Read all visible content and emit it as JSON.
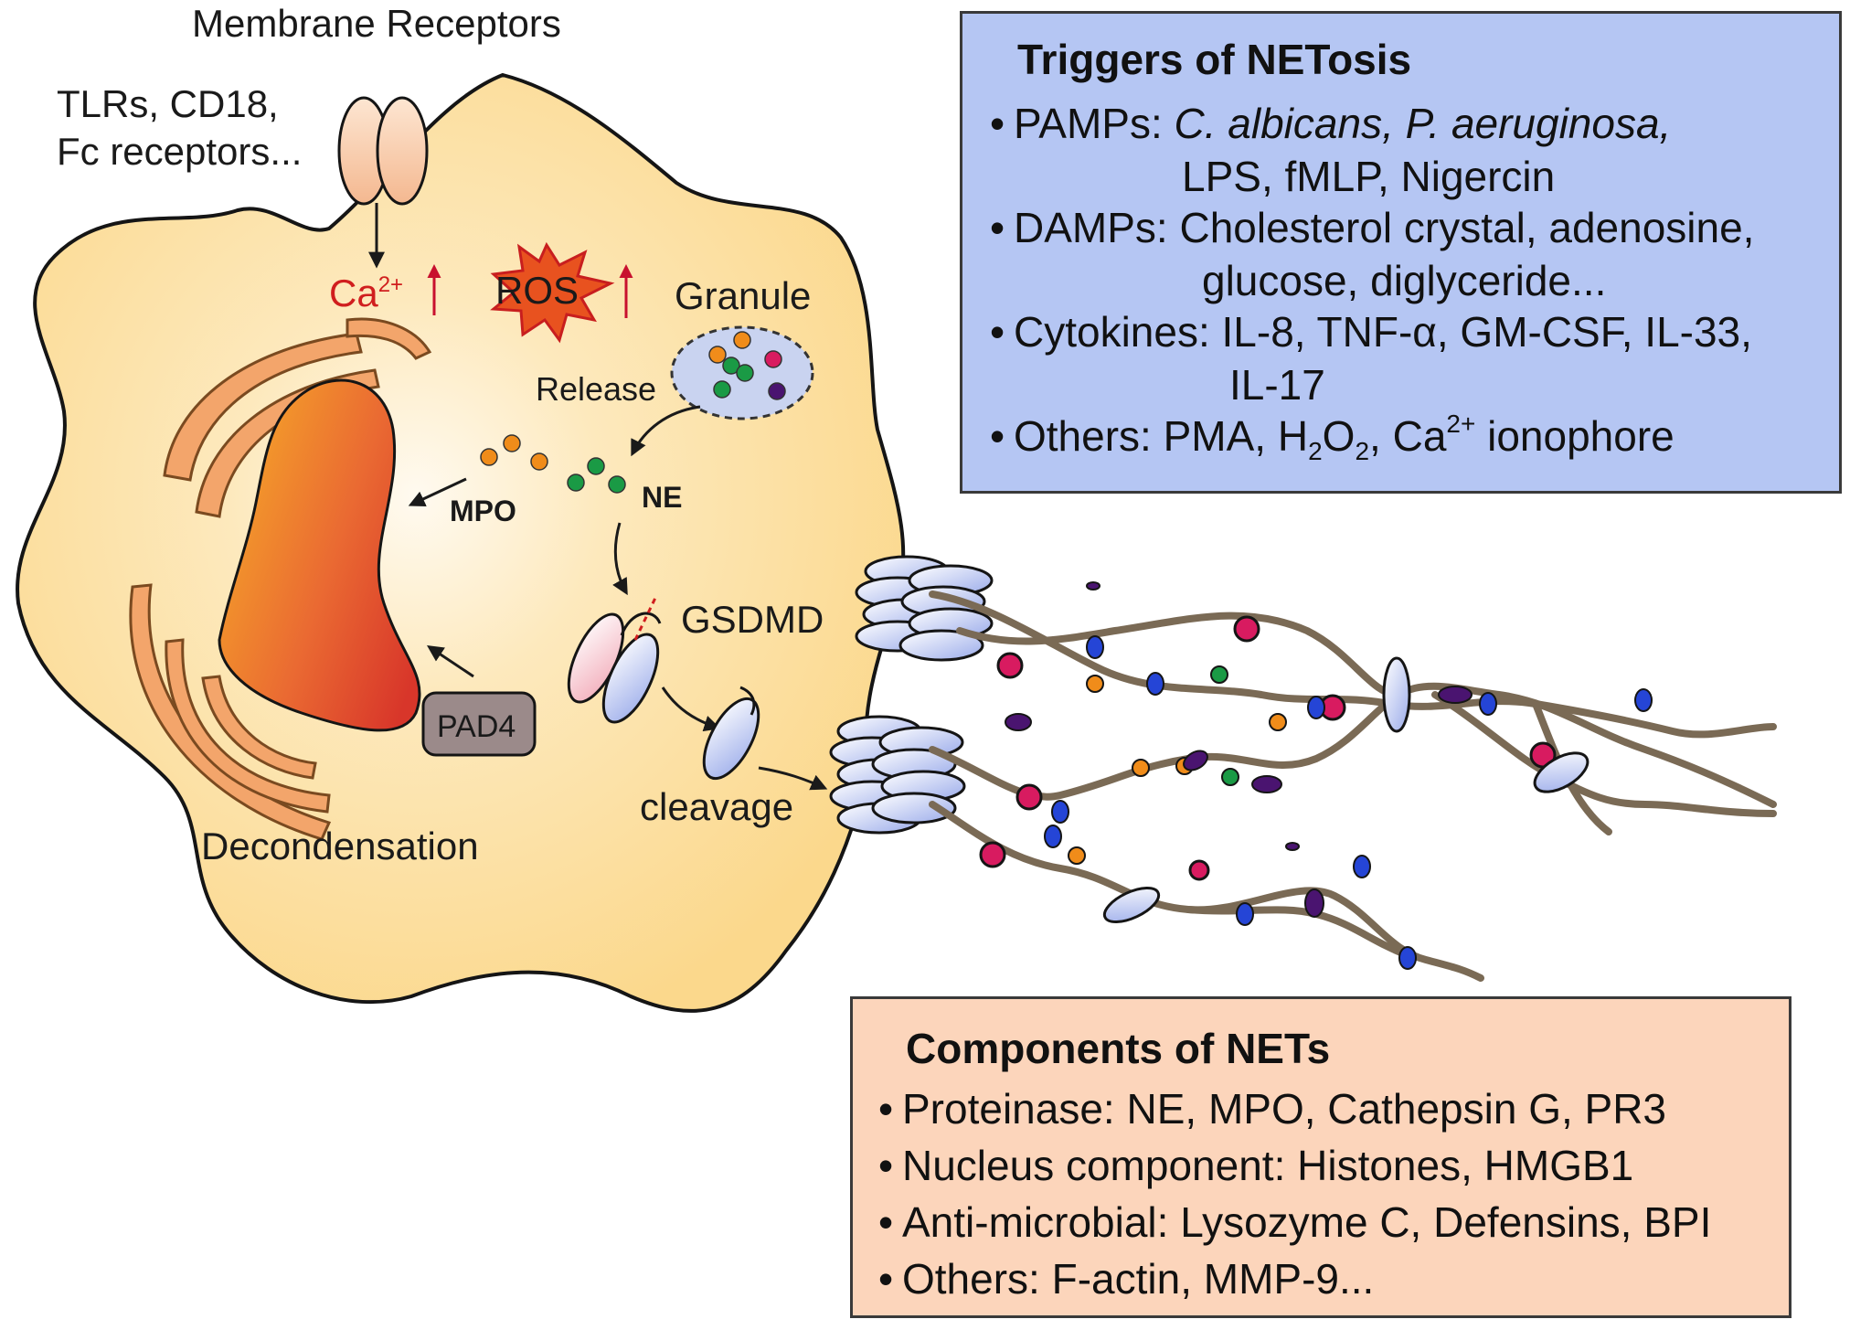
{
  "cell": {
    "membrane_receptors": "Membrane Receptors",
    "receptor_line1": "TLRs, CD18,",
    "receptor_line2": "Fc receptors...",
    "ca": "Ca",
    "ca_sup": "2+",
    "ros": "ROS",
    "granule": "Granule",
    "release": "Release",
    "mpo": "MPO",
    "ne": "NE",
    "gsdmd": "GSDMD",
    "pad4": "PAD4",
    "cleavage": "cleavage",
    "decondensation": "Decondensation"
  },
  "triggers": {
    "title": "Triggers of NETosis",
    "bullet": "•",
    "pamps_label": "PAMPs:",
    "pamps_italic": "C. albicans, P. aeruginosa,",
    "pamps_cont": "LPS, fMLP, Nigercin",
    "damps_label": "DAMPs:",
    "damps_text": "Cholesterol crystal, adenosine,",
    "damps_cont": "glucose, diglyceride...",
    "cytokines_label": "Cytokines:",
    "cytokines_text": "IL-8, TNF-α, GM-CSF, IL-33,",
    "cytokines_cont": "IL-17",
    "others_label": "Others:",
    "others_pma": "PMA,",
    "others_h": "H",
    "others_h_sub": "2",
    "others_o": "O",
    "others_o_sub": "2",
    "others_comma": ",",
    "others_ca": "Ca",
    "others_ca_sup": "2+",
    "others_iono": "ionophore"
  },
  "components": {
    "title": "Components of NETs",
    "bullet": "•",
    "items": [
      "Proteinase: NE, MPO, Cathepsin G, PR3",
      "Nucleus component: Histones, HMGB1",
      "Anti-microbial: Lysozyme C, Defensins, BPI",
      "Others: F-actin, MMP-9..."
    ]
  },
  "colors": {
    "cell_fill": "#fbd88c",
    "cell_outline": "#151515",
    "nucleus": "#e8602c",
    "er": "#f3a56b",
    "net_strand": "#7a6a55",
    "red_marker": "#d81b60",
    "blue_marker": "#2545d6",
    "purple_marker": "#4a1470",
    "orange_marker": "#f08c1a",
    "green_marker": "#1a9a45",
    "triggers_box": "#b5c6f3",
    "components_box": "#fcd5bb",
    "ros_star": "#e8521f",
    "alert_red": "#d01e1e"
  }
}
